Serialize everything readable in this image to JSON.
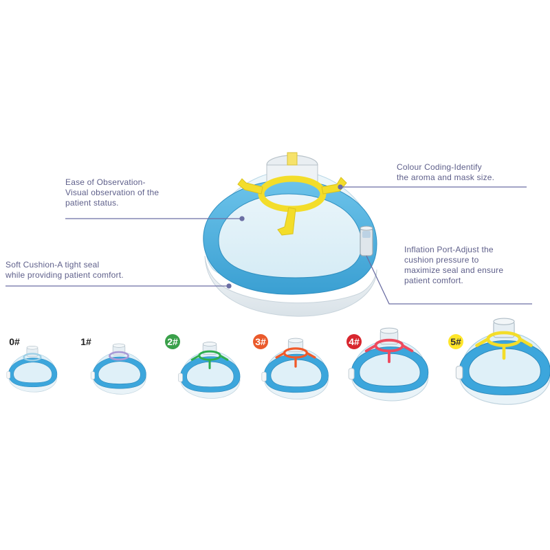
{
  "callouts": {
    "observation": {
      "lines": [
        "Ease of Observation-",
        "Visual observation of the",
        "patient status."
      ]
    },
    "colour_coding": {
      "lines": [
        "Colour Coding-Identify",
        "the aroma and mask size."
      ]
    },
    "soft_cushion": {
      "lines": [
        "Soft Cushion-A tight seal",
        "while providing patient comfort."
      ]
    },
    "inflation_port": {
      "lines": [
        "Inflation Port-Adjust the",
        "cushion pressure to",
        "maximize seal and ensure",
        "patient comfort."
      ]
    }
  },
  "sizes": [
    {
      "label": "0#",
      "badge_color": "",
      "ring_color": "#9ed0e6"
    },
    {
      "label": "1#",
      "badge_color": "",
      "ring_color": "#a99bd6"
    },
    {
      "label": "2#",
      "badge_color": "#3aa04a",
      "ring_color": "#2fae4f"
    },
    {
      "label": "3#",
      "badge_color": "#ea5a2b",
      "ring_color": "#f05a2a"
    },
    {
      "label": "4#",
      "badge_color": "#d8262e",
      "ring_color": "#ee4a5e"
    },
    {
      "label": "5#",
      "badge_color": "#ffe62a",
      "ring_color": "#f3dd2a"
    }
  ],
  "colors": {
    "callout_text": "#5e5f8a",
    "leader_line": "#6b6ea3",
    "cushion_blue": "#4db2e0",
    "ring_yellow": "#f3dd2a"
  }
}
